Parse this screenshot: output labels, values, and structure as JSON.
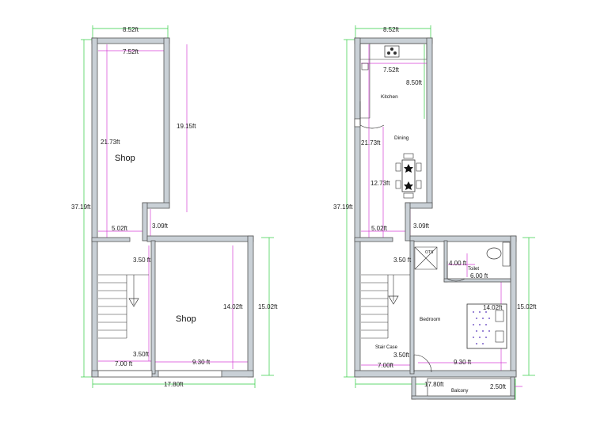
{
  "left_plan": {
    "rooms": {
      "shop_top": "Shop",
      "shop_bottom": "Shop"
    },
    "dims": {
      "top_outer": "8.52ft",
      "top_inner": "7.52ft",
      "inner_height": "21.73ft",
      "right_height": "19.15ft",
      "total_height": "37.19ft",
      "step_width": "5.02ft",
      "step_height": "3.09ft",
      "stair_upper": "3.50 ft",
      "stair_lower": "3.50ft",
      "stair_width": "7.00 ft",
      "shop_width": "9.30 ft",
      "shop_inner_height": "14.02ft",
      "shop_outer_height": "15.02ft",
      "bottom_total": "17.80ft"
    }
  },
  "right_plan": {
    "rooms": {
      "kitchen": "Kitchen",
      "dining": "Dining",
      "toilet": "Toilet",
      "bedroom": "Bedroom",
      "stair_case": "Stair Case",
      "balcony": "Balcony",
      "otd": "OTS"
    },
    "dims": {
      "top_outer": "8.52ft",
      "kitchen_width": "7.52ft",
      "kitchen_height": "8.50ft",
      "inner_height": "21.73ft",
      "dining_height": "12.73ft",
      "total_height": "37.19ft",
      "step_width": "5.02ft",
      "step_height": "3.09ft",
      "stair_upper": "3.50 ft",
      "toilet_width": "4.00 ft",
      "toilet_depth": "6.00 ft",
      "bed_height": "14.02ft",
      "outer_height": "15.02ft",
      "stair_lower": "3.50ft",
      "stair_width": "7.00ft",
      "bed_width": "9.30 ft",
      "bottom_total": "17.80ft",
      "balcony_depth": "2.50ft"
    }
  }
}
